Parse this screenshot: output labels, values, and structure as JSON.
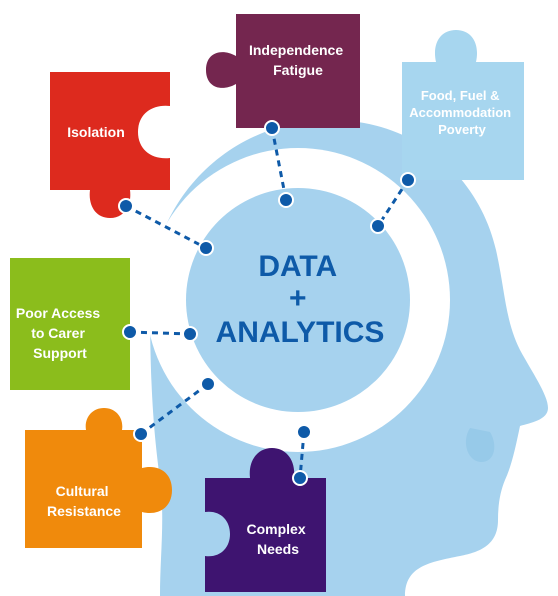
{
  "center": {
    "line1": "DATA",
    "line2": "+",
    "line3": "ANALYTICS"
  },
  "pieces": {
    "independence": {
      "line1": "Independence",
      "line2": "Fatigue",
      "color": "#74264f"
    },
    "food": {
      "line1": "Food, Fuel &",
      "line2": "Accommodation",
      "line3": "Poverty",
      "color": "#a7d6ef"
    },
    "isolation": {
      "line1": "Isolation",
      "color": "#dd2a1e"
    },
    "poor_access": {
      "line1": "Poor Access",
      "line2": "to Carer",
      "line3": "Support",
      "color": "#8bbd1c"
    },
    "cultural": {
      "line1": "Cultural",
      "line2": "Resistance",
      "color": "#f08a0c"
    },
    "complex": {
      "line1": "Complex",
      "line2": "Needs",
      "color": "#3e1470"
    }
  },
  "colors": {
    "head": "#a6d2ee",
    "ring": "#ffffff",
    "core": "#a6d2ee",
    "connector": "#0e5aa8",
    "title": "#0e5aa8"
  }
}
